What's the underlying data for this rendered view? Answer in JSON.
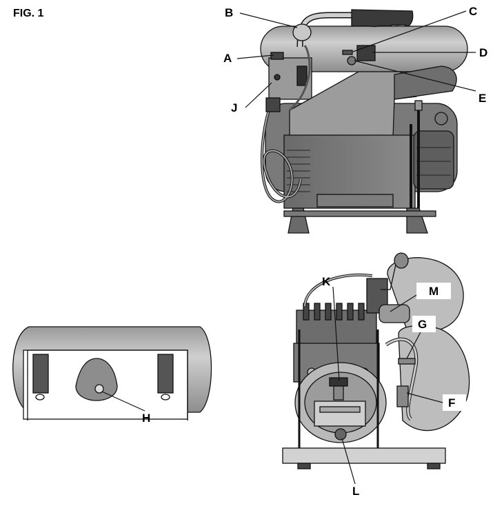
{
  "figure": {
    "title": "FIG. 1",
    "callouts": [
      "A",
      "B",
      "C",
      "D",
      "E",
      "F",
      "G",
      "H",
      "J",
      "K",
      "L",
      "M"
    ],
    "colors": {
      "outline": "#111111",
      "tank_gray": "#b9b9b9",
      "dark_gray": "#5f5f5f",
      "mid_gray": "#8e8e8e",
      "light_gray": "#d6d6d6",
      "label_bg": "#ffffff"
    }
  }
}
